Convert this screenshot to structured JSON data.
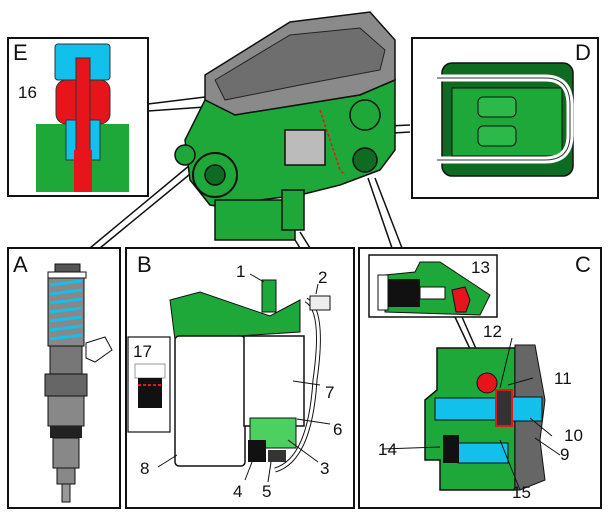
{
  "diagram": {
    "title": "Engine fuel system overview",
    "colors": {
      "engine_green": "#1fa83a",
      "dark_green": "#0e6b22",
      "red": "#e8141b",
      "blue": "#12c0ec",
      "gray": "#7a7a7a",
      "outline": "#111111",
      "background": "#ffffff"
    },
    "panels": {
      "A": {
        "letter": "A",
        "subject": "Unit injector"
      },
      "B": {
        "letter": "B",
        "subject": "Fuel filter housing",
        "callouts": [
          "1",
          "2",
          "3",
          "4",
          "5",
          "6",
          "7",
          "8"
        ],
        "inset": "17"
      },
      "C": {
        "letter": "C",
        "subject": "Feed pump",
        "callouts": [
          "9",
          "10",
          "11",
          "12",
          "14",
          "15"
        ],
        "inset": "13"
      },
      "D": {
        "letter": "D",
        "subject": "Engine control unit"
      },
      "E": {
        "letter": "E",
        "subject": "Valve",
        "callouts": [
          "16"
        ]
      }
    }
  }
}
